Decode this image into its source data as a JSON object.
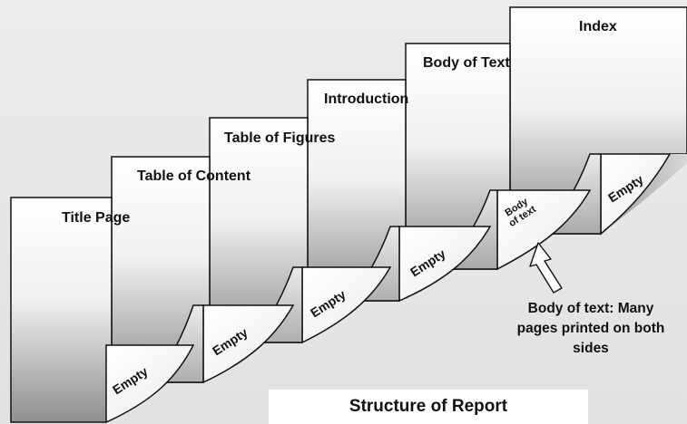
{
  "pages": [
    {
      "title": "Title Page",
      "curl_text": "Empty"
    },
    {
      "title": "Table of Content",
      "curl_text": "Empty"
    },
    {
      "title": "Table of Figures",
      "curl_text": "Empty"
    },
    {
      "title": "Introduction",
      "curl_text": "Empty"
    },
    {
      "title": "Body of Text",
      "curl_text_line1": "Body",
      "curl_text_line2": "of text"
    },
    {
      "title": "Index",
      "curl_text": "Empty"
    }
  ],
  "callout": {
    "line1": "Body of text: Many",
    "line2": "pages printed on both",
    "line3": "sides"
  },
  "caption": "Structure of Report",
  "colors": {
    "page_light": "#ffffff",
    "page_dark": "#8f8f8f",
    "outline": "#111111"
  }
}
